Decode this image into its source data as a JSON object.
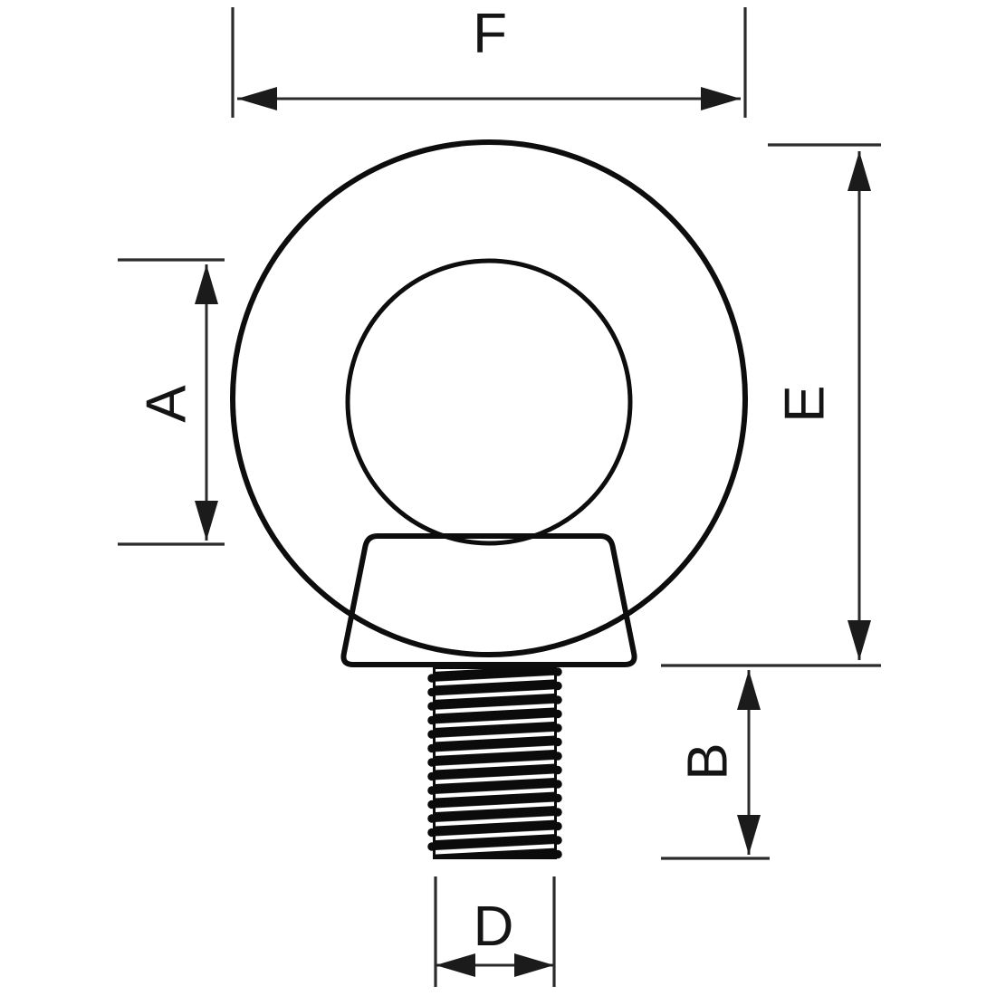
{
  "colors": {
    "background": "#ffffff",
    "body_fill": "#e3f1ef",
    "hole_fill": "#ffffff",
    "outline": "#0d0d0d",
    "dimension_line": "#2b2b2b",
    "thread_fill": "#0b0b0b",
    "thread_stripe": "#ffffff",
    "label_text": "#141414"
  },
  "labels": {
    "eye_inner_diameter": "A",
    "thread_length": "B",
    "thread_diameter": "D",
    "overall_height": "E",
    "ring_outer_width": "F"
  }
}
